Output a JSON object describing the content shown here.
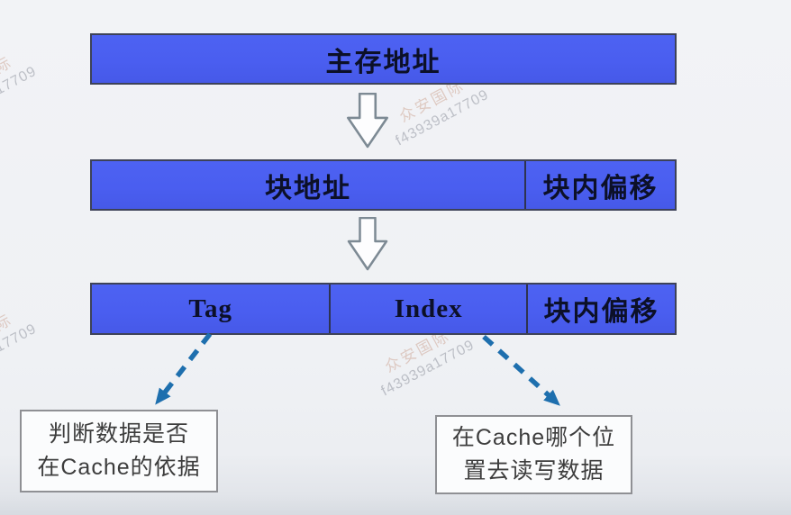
{
  "diagram": {
    "main_address_label": "主存地址",
    "row_block": {
      "block_address": "块地址",
      "block_offset": "块内偏移"
    },
    "row_fields": {
      "tag": "Tag",
      "index": "Index",
      "block_offset": "块内偏移"
    },
    "notes": {
      "tag_note_line1": "判断数据是否",
      "tag_note_line2": "在Cache的依据",
      "index_note_line1": "在Cache哪个位",
      "index_note_line2": "置去读写数据"
    }
  },
  "watermark": {
    "brand": "众安国际",
    "id": "f43939a17709"
  },
  "colors": {
    "bar_fill": "#4a5ef0",
    "bar_border": "#3d4258",
    "bar_text": "#0c1028",
    "flow_arrow_outline": "#7d8a94",
    "dashed_arrow": "#1e6fae",
    "note_border": "#8f9094",
    "note_text": "#3d3d3d",
    "background": "#eff1f4"
  }
}
